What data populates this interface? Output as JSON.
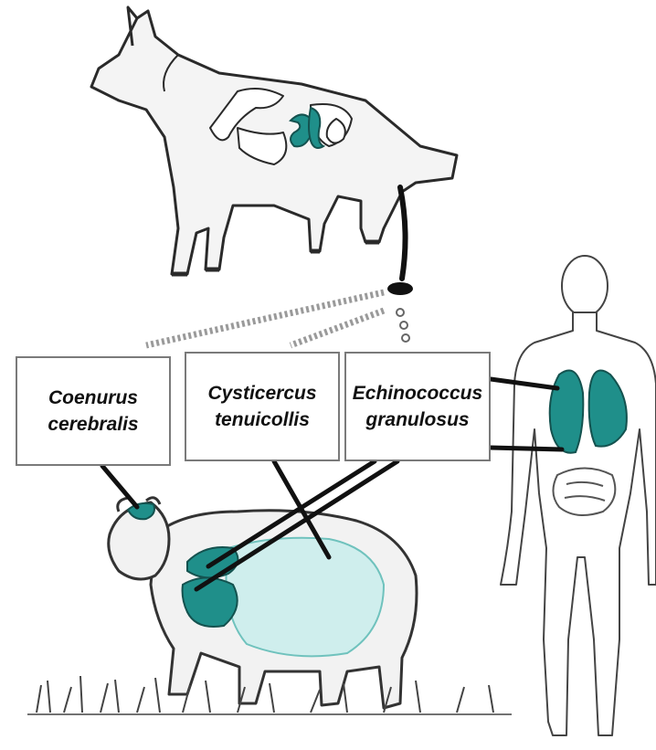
{
  "labels": {
    "coenurus": "Coenurus\ncerebralis",
    "cysticercus": "Cysticercus\ntenuicollis",
    "echinococcus": "Echinococcus\ngranulosus"
  },
  "colors": {
    "teal": "#1f8f8a",
    "teal_light": "#8fd0cc",
    "outline": "#2a2a2a",
    "line": "#111111",
    "box_border": "#7a7a7a"
  },
  "icons": [
    "dog",
    "sheep",
    "human",
    "tapeworm-segment",
    "tapeworm-egg"
  ]
}
